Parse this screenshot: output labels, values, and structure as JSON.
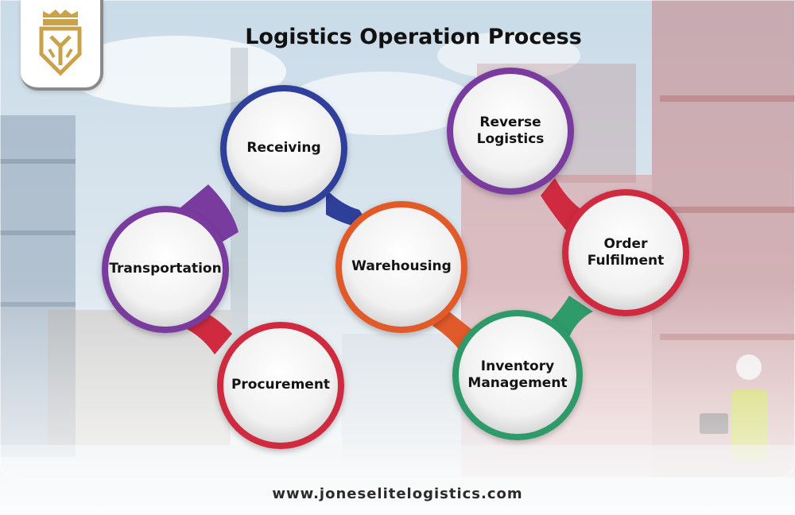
{
  "title": "Logistics Operation Process",
  "footer_url": "www.joneselitelogistics.com",
  "brand": {
    "logo": "crown-shield-logo",
    "accent": "#c9a24a"
  },
  "nodes": [
    {
      "label": "Receiving",
      "color": "#2e3f9a"
    },
    {
      "label": "Transportation",
      "color": "#7a3b9e"
    },
    {
      "label": "Procurement",
      "color": "#cf2a3f"
    },
    {
      "label": "Warehousing",
      "color": "#e05a2b"
    },
    {
      "label": "Reverse\nLogistics",
      "color": "#7a3b9e"
    },
    {
      "label": "Order\nFulfilment",
      "color": "#cf2a3f"
    },
    {
      "label": "Inventory\nManagement",
      "color": "#2f9a6a"
    }
  ]
}
